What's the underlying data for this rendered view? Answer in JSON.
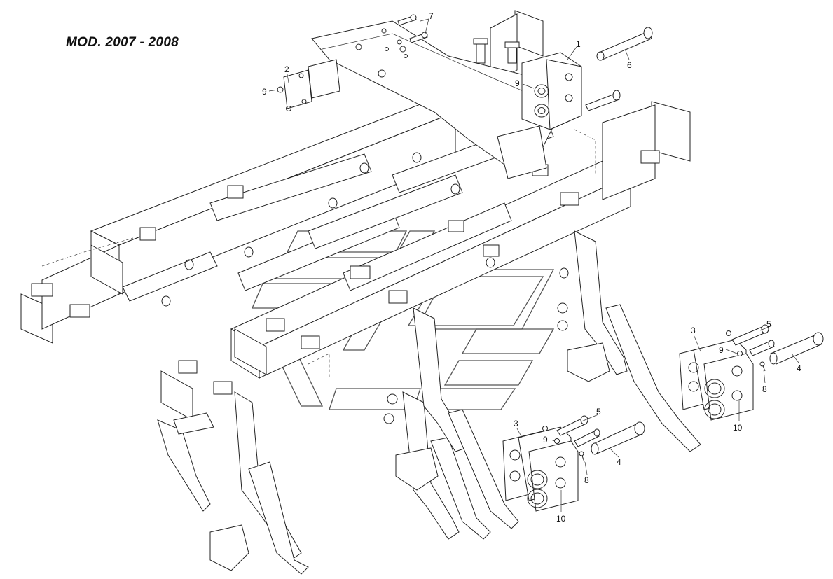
{
  "title": "MOD. 2007 - 2008",
  "callouts": {
    "c1": "1",
    "c2": "2",
    "c6": "6",
    "c7": "7",
    "c9a": "9",
    "c9b": "9",
    "c3a": "3",
    "c5a": "5",
    "c9c": "9",
    "c8a": "8",
    "c4a": "4",
    "c10a": "10",
    "c3b": "3",
    "c5b": "5",
    "c9d": "9",
    "c8b": "8",
    "c4b": "4",
    "c10b": "10"
  }
}
